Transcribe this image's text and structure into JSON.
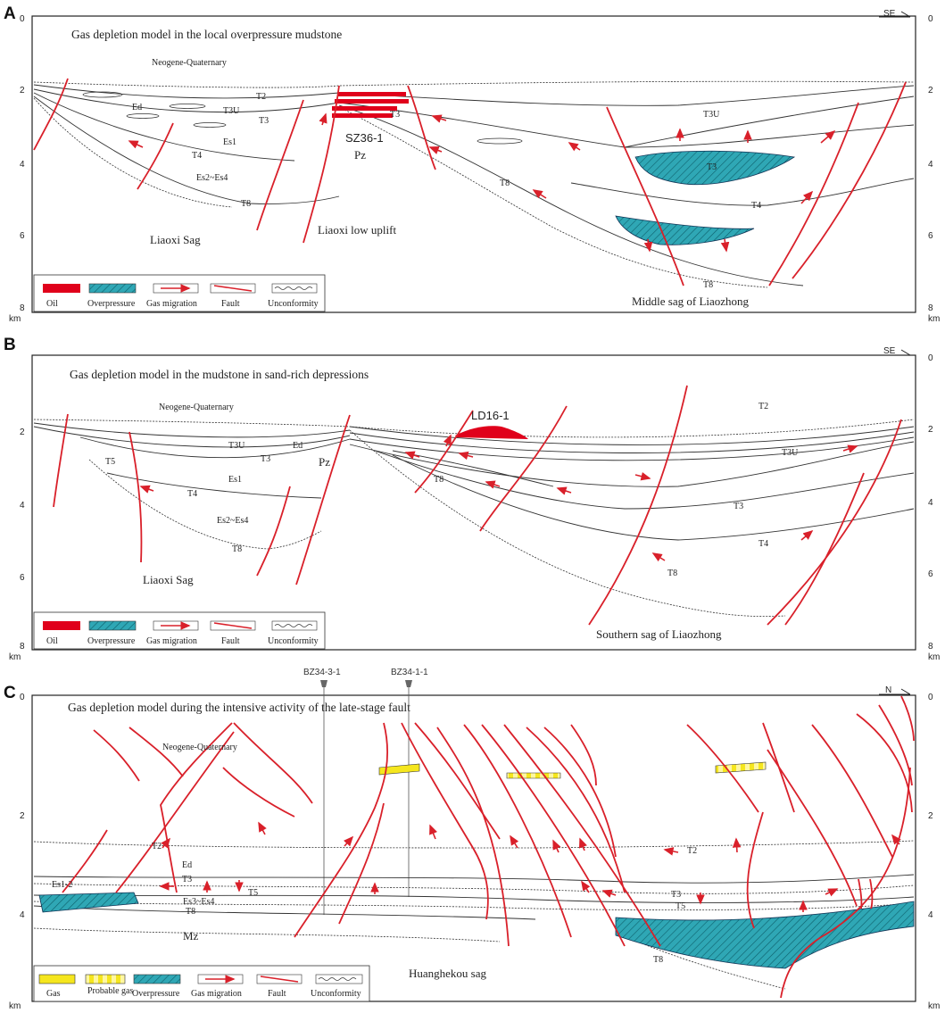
{
  "panels": [
    {
      "letter": "A",
      "title": "Gas depletion model in the local overpressure mudstone",
      "compass": "SE",
      "depth_ticks_left": [
        "0",
        "2",
        "4",
        "6",
        "8"
      ],
      "depth_ticks_right": [
        "0",
        "2",
        "4",
        "6",
        "8"
      ],
      "unit": "km",
      "labels": {
        "neogene": "Neogene-Quaternary",
        "t2": "T2",
        "ed": "Ed",
        "t3u": "T3U",
        "t3": "T3",
        "es1": "Es1",
        "t4": "T4",
        "es2": "Es2~Es4",
        "t8": "T8",
        "well": "SZ36-1",
        "pz": "Pz",
        "liaoxi_sag": "Liaoxi Sag",
        "liaoxi_uplift": "Liaoxi low uplift",
        "t3u_right": "T3U",
        "t3_right": "T3",
        "t4_right": "T4",
        "t8_right": "T8",
        "t8_mid": "T8",
        "sag": "Middle sag of Liaozhong"
      },
      "legend": [
        "Oil",
        "Overpressure",
        "Gas migration",
        "Fault",
        "Unconformity"
      ]
    },
    {
      "letter": "B",
      "title": "Gas depletion model in the mudstone in sand-rich depressions",
      "compass": "SE",
      "depth_ticks_left": [
        "2",
        "4",
        "6",
        "8"
      ],
      "depth_ticks_right": [
        "0",
        "2",
        "4",
        "6",
        "8"
      ],
      "unit": "km",
      "labels": {
        "neogene": "Neogene-Quaternary",
        "t3u": "T3U",
        "ed": "Ed",
        "t3": "T3",
        "t5": "T5",
        "es1": "Es1",
        "t4": "T4",
        "es2": "Es2~Es4",
        "t8": "T8",
        "pz": "Pz",
        "liaoxi_sag": "Liaoxi Sag",
        "well": "LD16-1",
        "t2_right": "T2",
        "t3u_right": "T3U",
        "t8_left": "T8",
        "t3_right": "T3",
        "t4_right": "T4",
        "t8_right": "T8",
        "sag": "Southern sag of Liaozhong"
      },
      "legend": [
        "Oil",
        "Overpressure",
        "Gas migration",
        "Fault",
        "Unconformity"
      ]
    },
    {
      "letter": "C",
      "title": "Gas depletion model during the intensive activity of the late-stage fault",
      "compass": "N",
      "depth_ticks_left": [
        "0",
        "2",
        "4"
      ],
      "depth_ticks_right": [
        "0",
        "2",
        "4"
      ],
      "unit": "km",
      "wells": [
        "BZ34-3-1",
        "BZ34-1-1"
      ],
      "labels": {
        "neogene": "Neogene-Quaternary",
        "t2": "T2",
        "ed": "Ed",
        "t3": "T3",
        "es12": "Es1-2",
        "t5": "T5",
        "es3": "Es3~Es4",
        "t8": "T8",
        "mz": "Mz",
        "t2_right": "T2",
        "t3_right": "T3",
        "t5_right": "T5",
        "t8_right": "T8",
        "sag": "Huanghekou sag"
      },
      "legend": [
        "Gas",
        "Probable gas",
        "Overpressure",
        "Gas migration",
        "Fault",
        "Unconformity"
      ]
    }
  ],
  "colors": {
    "oil": "#e0001b",
    "overpressure": "#2fa7b5",
    "gas": "#f5e61e",
    "fault": "#d9202a"
  }
}
